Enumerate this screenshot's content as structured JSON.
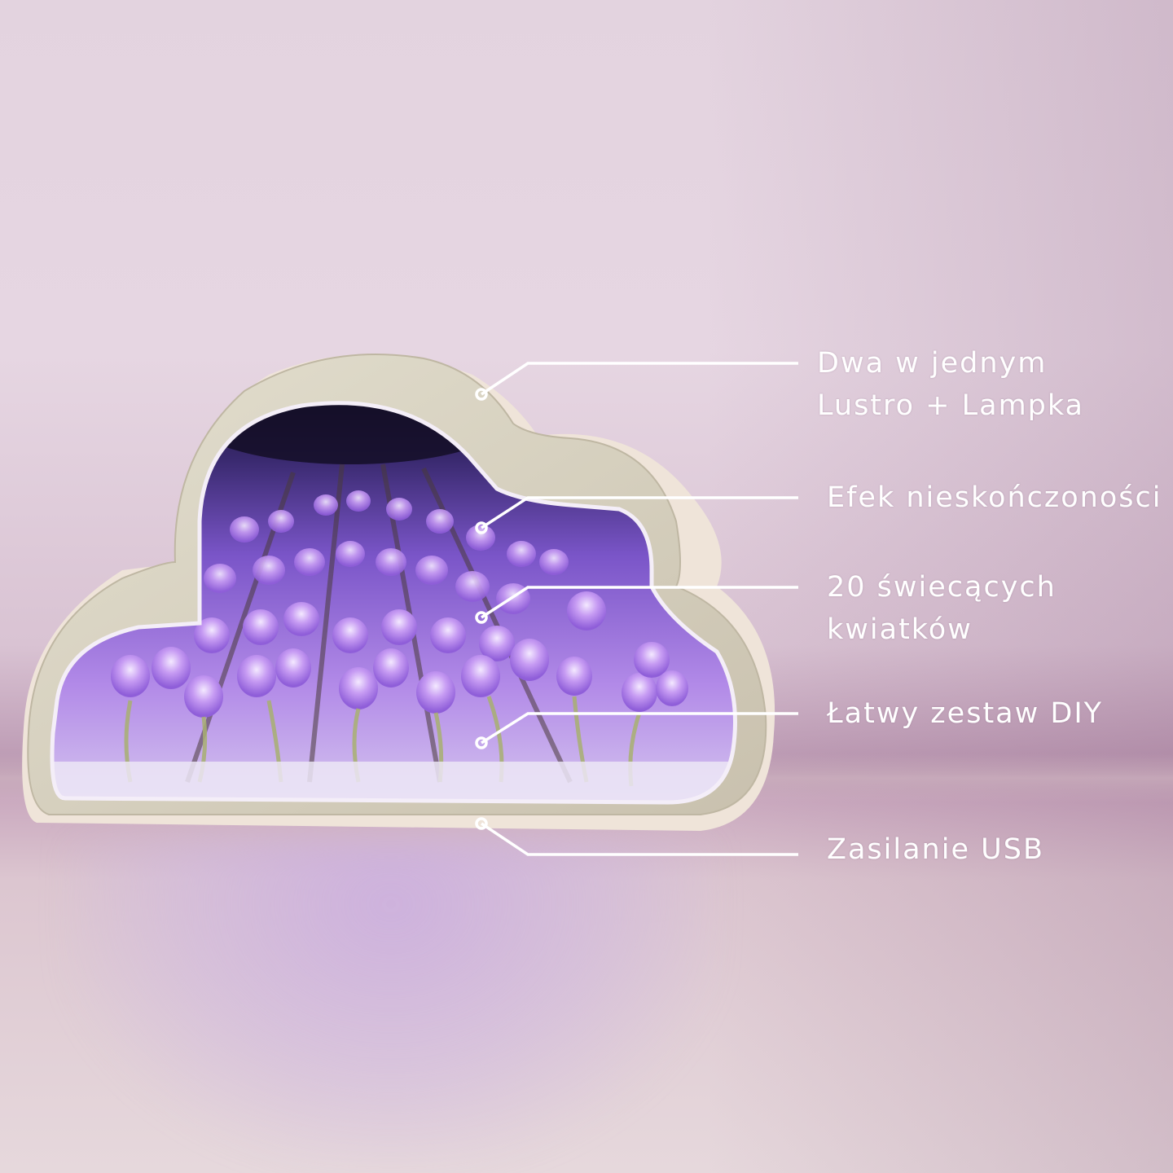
{
  "image": {
    "subject": "Cloud-shaped infinity mirror tulip lamp",
    "colors": {
      "background": "#e3d3df",
      "frame": "#d6d1bf",
      "glow": "#a77ee6",
      "tulip": "#c9a3f2",
      "callout": "#ffffff"
    }
  },
  "callouts": [
    {
      "id": "two-in-one",
      "lines": [
        "Dwa w jednym",
        "Lustro + Lampka"
      ]
    },
    {
      "id": "infinity-effect",
      "lines": [
        "Efek nieskończoności"
      ]
    },
    {
      "id": "glowing-flowers",
      "lines": [
        "20 świecących",
        "kwiatków"
      ]
    },
    {
      "id": "diy-kit",
      "lines": [
        "Łatwy zestaw DIY"
      ]
    },
    {
      "id": "usb-power",
      "lines": [
        "Zasilanie USB"
      ]
    }
  ]
}
